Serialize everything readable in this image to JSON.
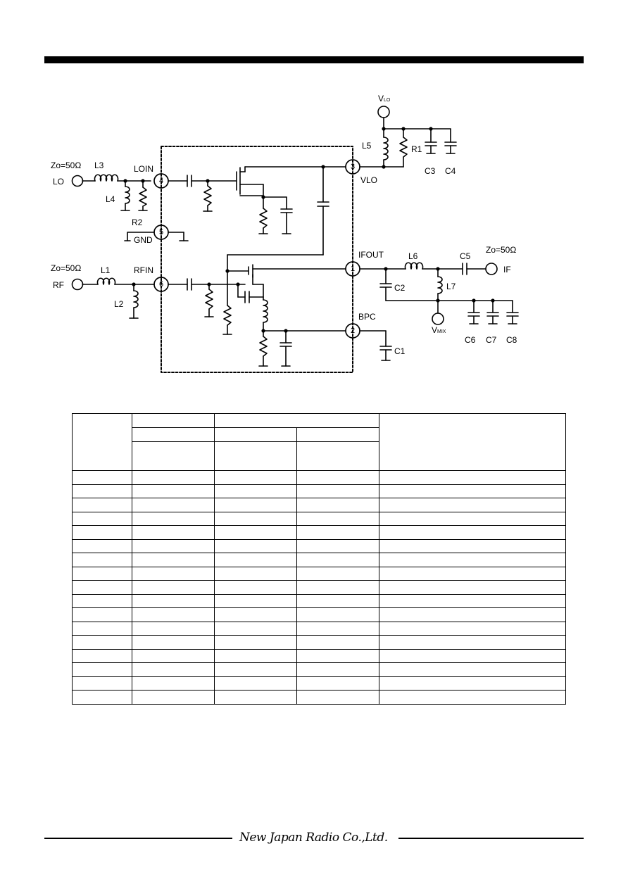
{
  "labels": {
    "vlo_top_main": "V",
    "vlo_top_sub": "LO",
    "l5": "L5",
    "r1": "R1",
    "c3": "C3",
    "c4": "C4",
    "zo_lo": "Zo=50Ω",
    "l3": "L3",
    "loin": "LOIN",
    "lo": "LO",
    "l4": "L4",
    "r2": "R2",
    "gnd": "GND",
    "vlo_pin": "VLO",
    "zo_rf": "Zo=50Ω",
    "l1": "L1",
    "rfin": "RFIN",
    "rf": "RF",
    "l2": "L2",
    "ifout": "IFOUT",
    "l6": "L6",
    "c5": "C5",
    "zo_if": "Zo=50Ω",
    "if": "IF",
    "c2": "C2",
    "l7": "L7",
    "vmix_main": "V",
    "vmix_sub": "MIX",
    "bpc": "BPC",
    "c1": "C1",
    "c6": "C6",
    "c7": "C7",
    "c8": "C8"
  },
  "pins": {
    "p1": "1",
    "p2": "2",
    "p3": "3",
    "p4": "4",
    "p5": "5",
    "p6": "6"
  },
  "footer": {
    "brand": "New Japan Radio Co.,Ltd."
  }
}
